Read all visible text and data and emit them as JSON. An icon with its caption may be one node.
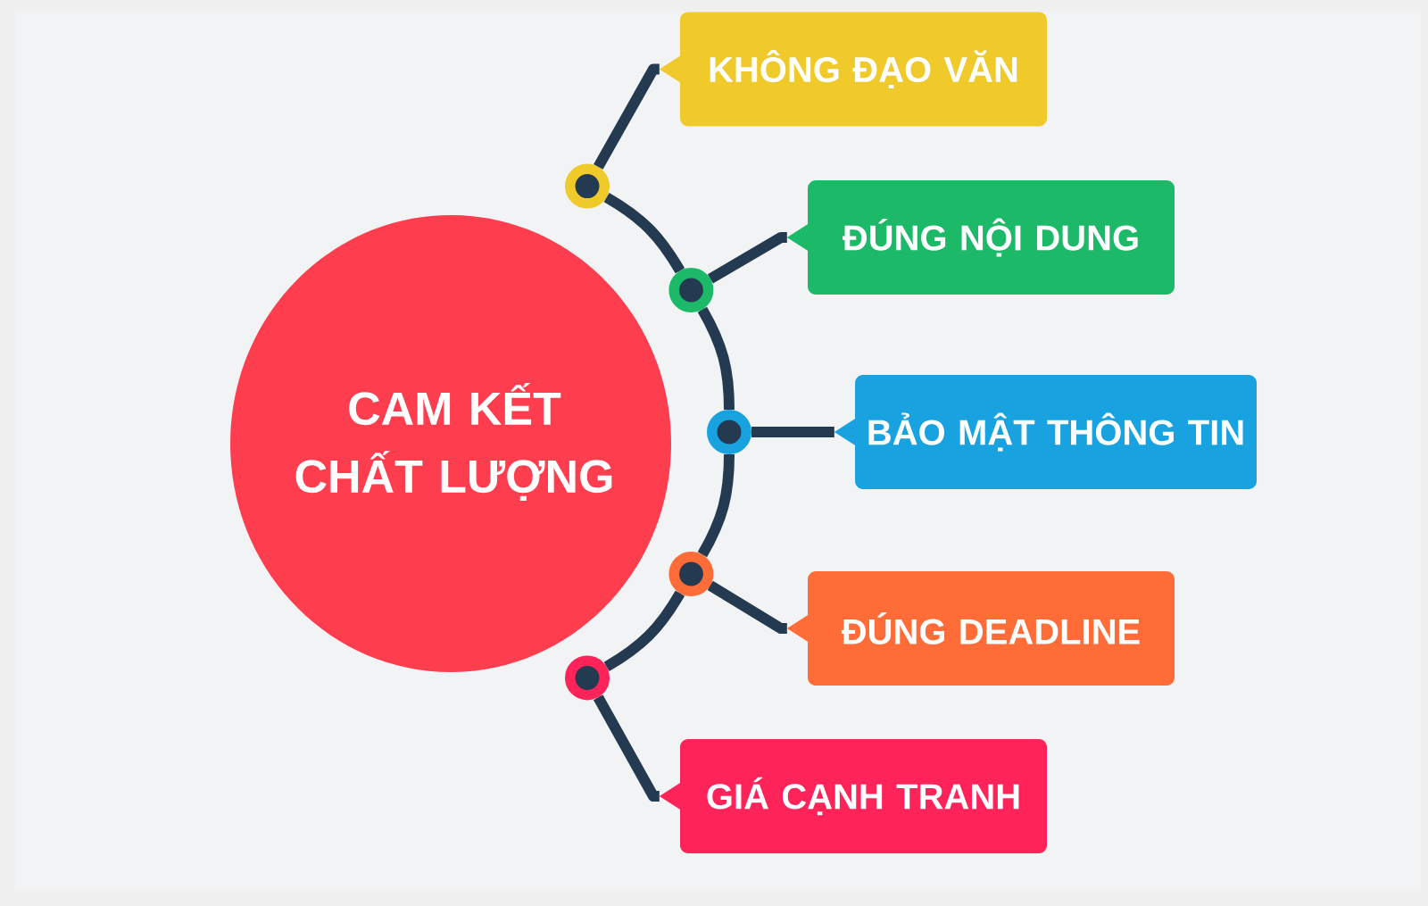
{
  "diagram": {
    "nodes": [
      {
        "text": [
          "CAM KẾT CHẤT LƯỢNG"
        ]
      },
      {
        "text": [
          "KHÔNG ĐẠO VĂN"
        ]
      },
      {
        "text": [
          "ĐÚNG NỘI DUNG"
        ]
      },
      {
        "text": [
          "BẢO MẬT THÔNG TIN"
        ]
      },
      {
        "text": [
          "ĐÚNG DEADLINE"
        ]
      },
      {
        "text": [
          "GIÁ CẠNH TRANH"
        ]
      },
      {
        "text": [],
        "shape": "circle"
      },
      {
        "text": [],
        "shape": "circle"
      },
      {
        "text": [],
        "shape": "circle"
      },
      {
        "text": [],
        "shape": "circle"
      },
      {
        "text": [],
        "shape": "circle"
      }
    ],
    "edges": [
      {
        "from": 6,
        "to": 7,
        "arrow": "none"
      },
      {
        "from": 7,
        "to": 8,
        "arrow": "none"
      },
      {
        "from": 8,
        "to": 9,
        "arrow": "none"
      },
      {
        "from": 9,
        "to": 10,
        "arrow": "none"
      },
      {
        "from": 6,
        "to": 1,
        "arrow": "none"
      },
      {
        "from": 7,
        "to": 2,
        "arrow": "none"
      },
      {
        "from": 8,
        "to": 3,
        "arrow": "none"
      },
      {
        "from": 9,
        "to": 4,
        "arrow": "none"
      },
      {
        "from": 10,
        "to": 5,
        "arrow": "none"
      }
    ]
  }
}
